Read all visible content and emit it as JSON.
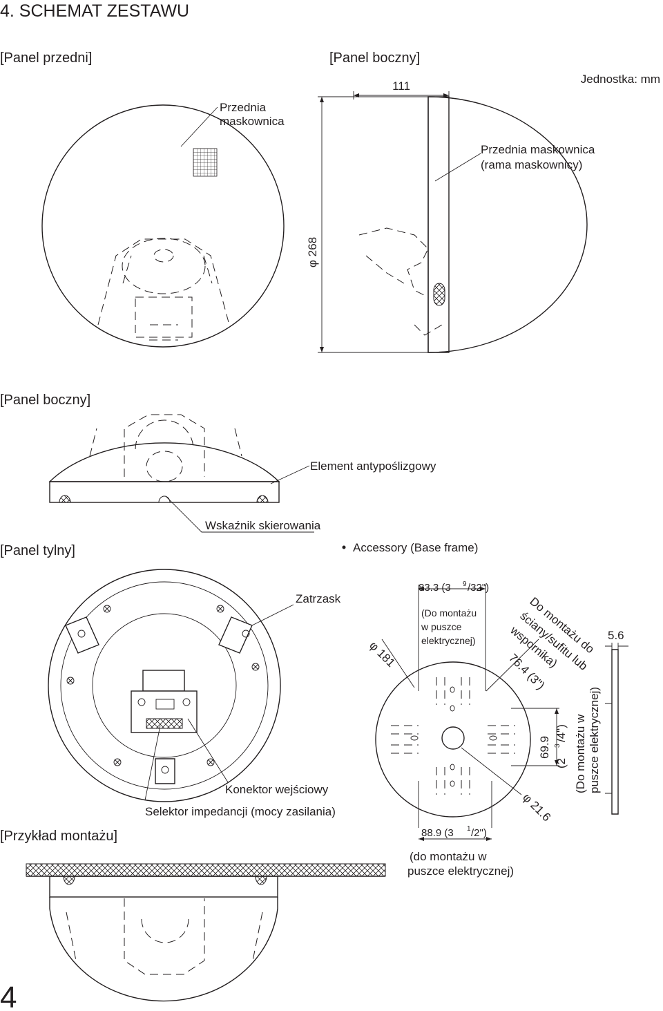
{
  "heading": "4. SCHEMAT ZESTAWU",
  "page_number": "4",
  "unit_note": "Jednostka: mm",
  "sections": {
    "front_panel": "[Panel przedni]",
    "side_panel_top": "[Panel boczny]",
    "side_panel": "[Panel boczny]",
    "rear_panel": "[Panel tylny]",
    "mounting_example": "[Przykład montażu]",
    "accessory": "Accessory (Base frame)"
  },
  "labels": {
    "front_grille_l1": "Przednia",
    "front_grille_l2": "maskownica",
    "front_grille_frame_l1": "Przednia maskownica",
    "front_grille_frame_l2": "(rama maskownicy)",
    "anti_slip": "Element antypoślizgowy",
    "direction_indicator": "Wskaźnik skierowania",
    "latch": "Zatrzask",
    "input_connector": "Konektor wejściowy",
    "impedance_selector": "Selektor impedancji (mocy zasilania)"
  },
  "dimensions": {
    "depth": "111",
    "diameter": "φ 268",
    "base_diameter": "φ 181",
    "d_83_main": "83.3 (3",
    "d_83_frac": "9",
    "d_83_den": "/32\")",
    "d_83_note_l1": "(Do montażu",
    "d_83_note_l2": "w puszce",
    "d_83_note_l3": "elektrycznej)",
    "wall_note_l1": "Do montażu do",
    "wall_note_l2": "ściany/sufitu lub",
    "wall_note_l3": "wspornika)",
    "d_76": "76.4 (3\")",
    "d_69_main": "69.9",
    "d_69_sub": "(2 ",
    "d_69_frac": "3",
    "d_69_den": "/4\")",
    "box_note_l1": "(Do montażu w",
    "box_note_l2": "puszce elektrycznej)",
    "thickness": "5.6",
    "hole_diameter": "φ 21.6",
    "d_88_main": "88.9 (3 ",
    "d_88_frac": "1",
    "d_88_den": "/2\")",
    "d_88_note_l1": "(do montażu w",
    "d_88_note_l2": "puszce elektrycznej)"
  }
}
